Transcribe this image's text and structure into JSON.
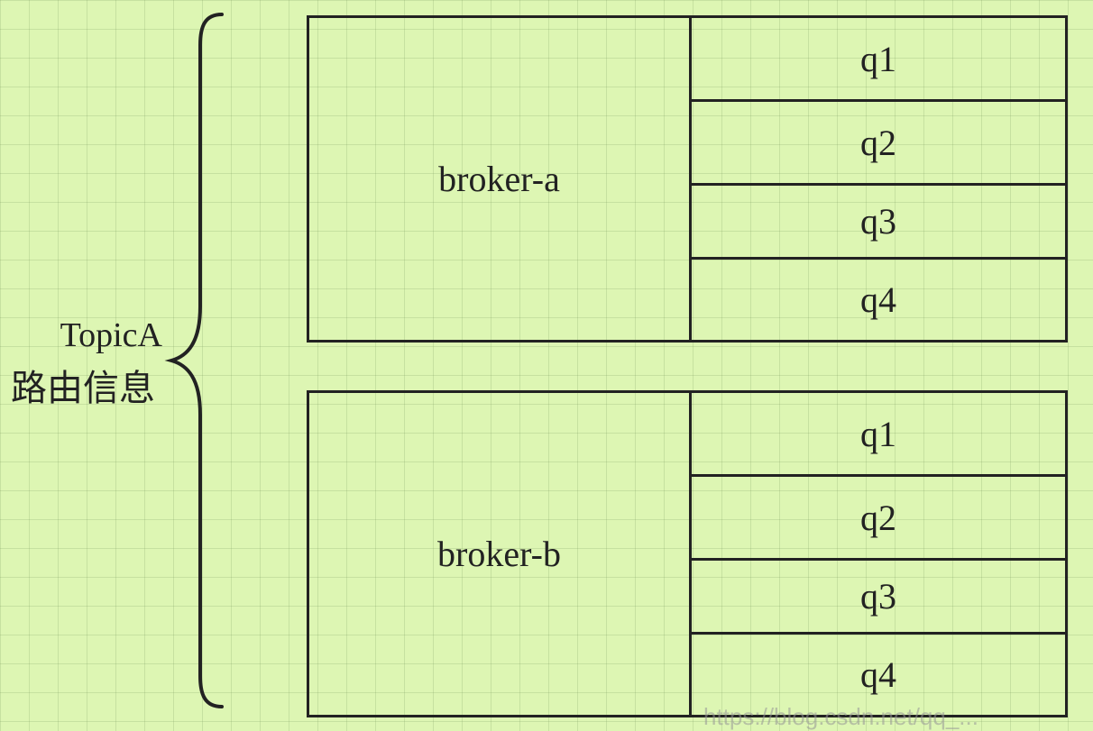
{
  "topic": {
    "title": "TopicA",
    "subtitle": "路由信息"
  },
  "brokers": [
    {
      "name": "broker-a",
      "queues": [
        "q1",
        "q2",
        "q3",
        "q4"
      ]
    },
    {
      "name": "broker-b",
      "queues": [
        "q1",
        "q2",
        "q3",
        "q4"
      ]
    }
  ],
  "watermark": "https://blog.csdn.net/qq_..."
}
